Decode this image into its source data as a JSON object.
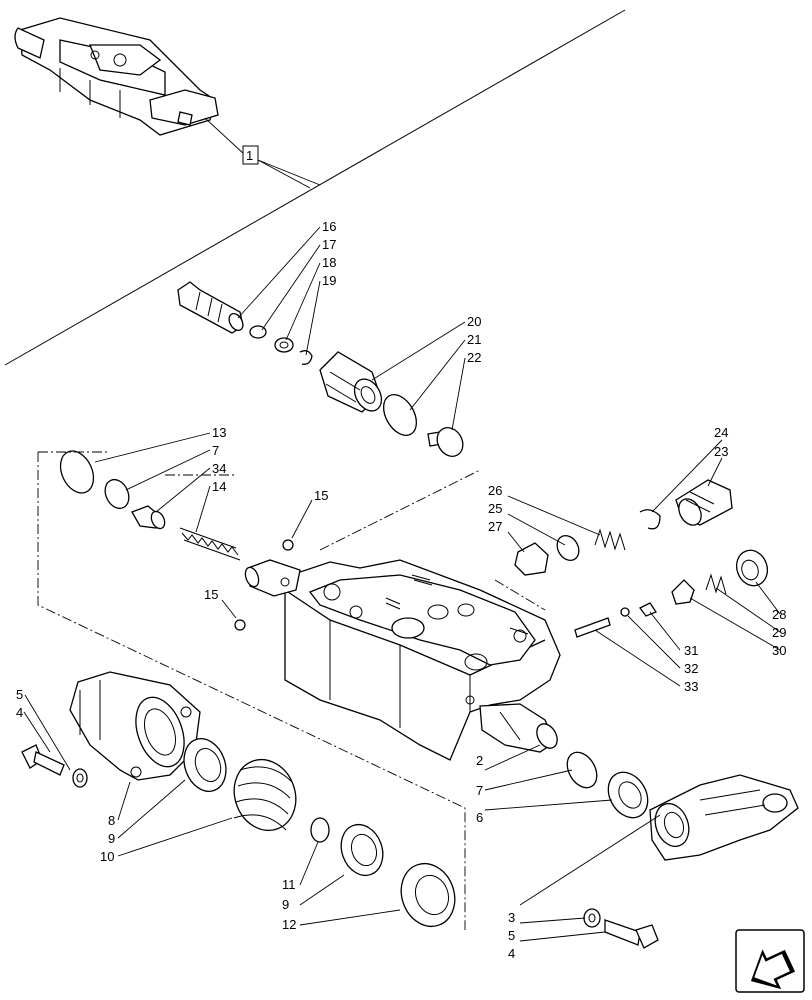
{
  "callouts": [
    "1",
    "16",
    "17",
    "18",
    "19",
    "20",
    "21",
    "22",
    "13",
    "7",
    "34",
    "14",
    "15",
    "15",
    "24",
    "23",
    "26",
    "25",
    "27",
    "28",
    "29",
    "30",
    "31",
    "32",
    "33",
    "5",
    "4",
    "8",
    "9",
    "10",
    "2",
    "7",
    "6",
    "11",
    "9",
    "12",
    "3",
    "5",
    "4"
  ],
  "nav_icon": "next-page-arrow-icon"
}
